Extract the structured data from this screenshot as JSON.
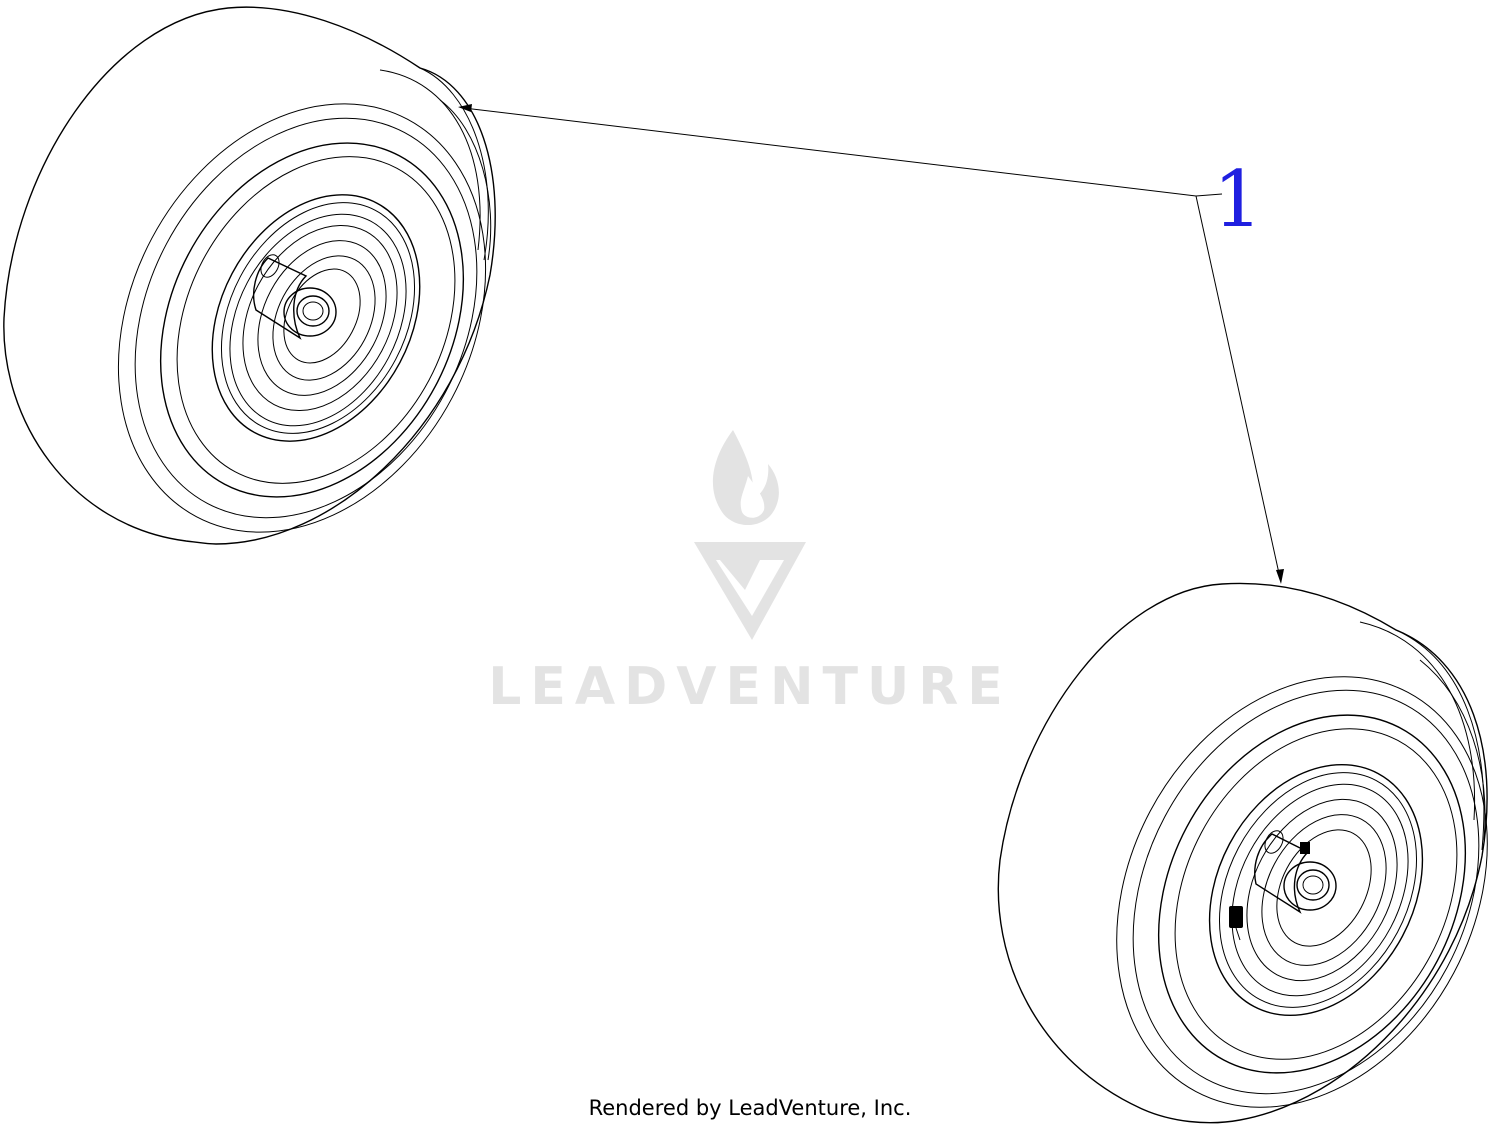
{
  "callout": {
    "number": "1",
    "color": "#1f1fe0"
  },
  "watermark": {
    "brand_text": "LEADVENTURE",
    "color": "#e3e3e3",
    "logo_icon": "flame-v-logo-icon"
  },
  "footer": {
    "credit": "Rendered by LeadVenture, Inc."
  },
  "colors": {
    "line": "#000000",
    "background": "#ffffff"
  }
}
